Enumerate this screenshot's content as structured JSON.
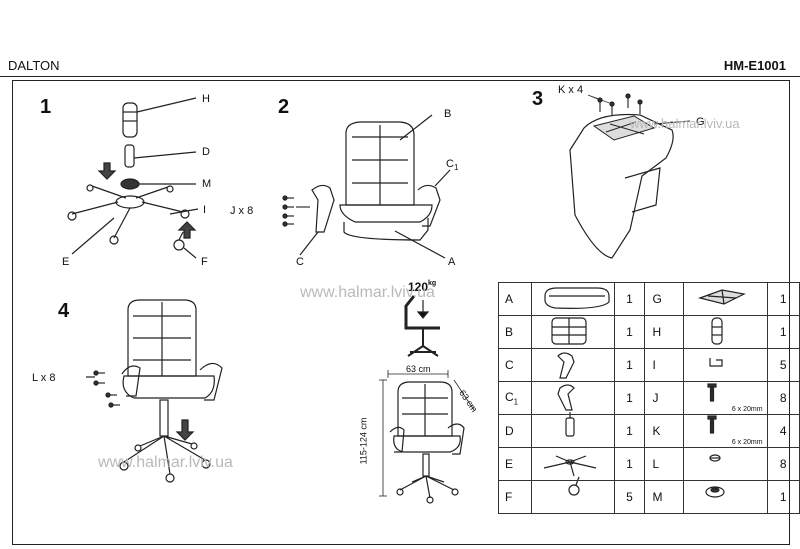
{
  "header": {
    "model": "DALTON",
    "code": "HM-E1001"
  },
  "steps": [
    "1",
    "2",
    "3",
    "4"
  ],
  "step1_labels": {
    "H": "H",
    "D": "D",
    "M": "M",
    "I": "I",
    "E": "E",
    "F": "F"
  },
  "step2_labels": {
    "B": "B",
    "C1": "C",
    "C1_sub": "1",
    "A": "A",
    "C": "C",
    "J": "J x 8"
  },
  "step3_labels": {
    "K": "K x 4",
    "G": "G"
  },
  "step4_labels": {
    "L": "L x 8"
  },
  "load": {
    "value": "120",
    "unit": "kg"
  },
  "dimensions": {
    "width": "63 cm",
    "depth": "63 cm",
    "height": "115-124 cm"
  },
  "watermark": "www.halmar.lviv.ua",
  "parts": [
    {
      "code": "A",
      "qty": "1",
      "code2": "G",
      "qty2": "1",
      "note2": ""
    },
    {
      "code": "B",
      "qty": "1",
      "code2": "H",
      "qty2": "1",
      "note2": ""
    },
    {
      "code": "C",
      "qty": "1",
      "code2": "I",
      "qty2": "5",
      "note2": ""
    },
    {
      "code": "C1",
      "qty": "1",
      "code2": "J",
      "qty2": "8",
      "note2": "6 x 20mm"
    },
    {
      "code": "D",
      "qty": "1",
      "code2": "K",
      "qty2": "4",
      "note2": "6 x 20mm"
    },
    {
      "code": "E",
      "qty": "1",
      "code2": "L",
      "qty2": "8",
      "note2": ""
    },
    {
      "code": "F",
      "qty": "5",
      "code2": "M",
      "qty2": "1",
      "note2": ""
    }
  ]
}
